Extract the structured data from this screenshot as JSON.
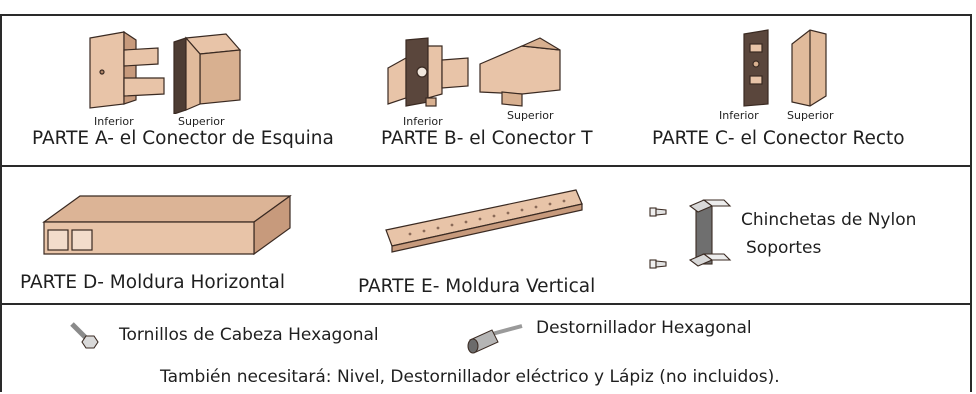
{
  "parts": {
    "a": {
      "caption": "PARTE A- el Conector de Esquina",
      "lower": "Inferior",
      "upper": "Superior"
    },
    "b": {
      "caption": "PARTE B- el Conector T",
      "lower": "Inferior",
      "upper": "Superior"
    },
    "c": {
      "caption": "PARTE C- el Conector Recto",
      "lower": "Inferior",
      "upper": "Superior"
    },
    "d": {
      "caption": "PARTE D- Moldura Horizontal"
    },
    "e": {
      "caption": "PARTE E- Moldura Vertical"
    }
  },
  "anchors": {
    "line1": "Chinchetas de Nylon",
    "line2": "Soportes"
  },
  "tools": {
    "screws": "Tornillos de Cabeza Hexagonal",
    "driver": "Destornillador Hexagonal"
  },
  "footer": "También necesitará: Nivel, Destornillador eléctrico y Lápiz (no incluidos).",
  "colors": {
    "part_fill": "#e8c4a8",
    "part_shade": "#c79a7c",
    "bracket_dark": "#5a463c",
    "outline": "#3a2a22",
    "border": "#2a2a2a"
  }
}
